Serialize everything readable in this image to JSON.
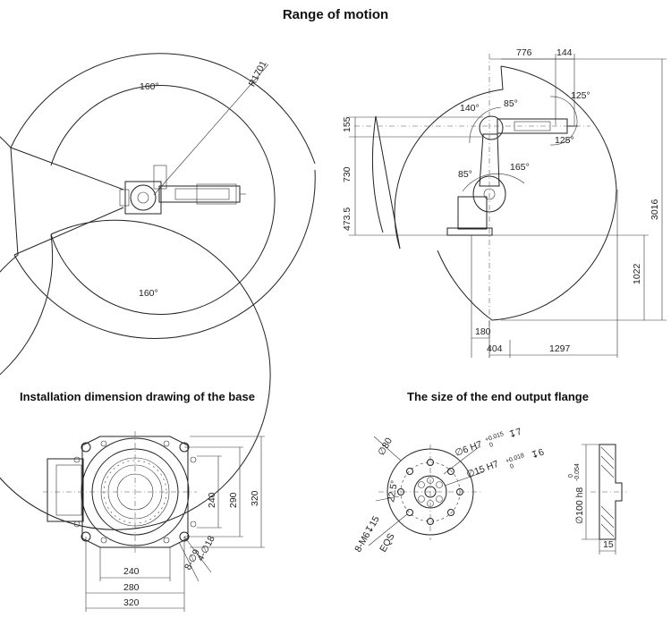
{
  "titles": {
    "main": "Range of motion",
    "base": "Installation dimension drawing of the base",
    "flange": "The size of the end output flange"
  },
  "top_view": {
    "angle_top": "160°",
    "angle_bottom": "160°",
    "radius": "R1701"
  },
  "side_view": {
    "dims": {
      "d776": "776",
      "d144": "144",
      "d155": "155",
      "d730": "730",
      "d473": "473.5",
      "d3016": "3016",
      "d1022": "1022",
      "d180": "180",
      "d404": "404",
      "d1297": "1297"
    },
    "angles": {
      "a140": "140°",
      "a85a": "85°",
      "a125a": "125°",
      "a125b": "125°",
      "a85b": "85°",
      "a165": "165°"
    }
  },
  "base": {
    "d240v": "240",
    "d290": "290",
    "d320v": "320",
    "d240h": "240",
    "d280": "280",
    "d320h": "320",
    "holes_a": "4-∅18",
    "holes_b": "8-∅9"
  },
  "flange": {
    "d80": "∅80",
    "d6h7": "∅6 H7",
    "d6h7_tol": "+0.015",
    "d6h7_tol2": "0",
    "d6h7_depth": "↧7",
    "d15h7": "∅15 H7",
    "d15h7_tol": "+0.018",
    "d15h7_tol2": "0",
    "d15h7_depth": "↧6",
    "angle": "22.5°",
    "m6": "8-M6↧15",
    "eqs": "EQS",
    "d100": "∅100 h8",
    "d100_tol": "0",
    "d100_tol2": "-0.054",
    "d15": "15"
  }
}
